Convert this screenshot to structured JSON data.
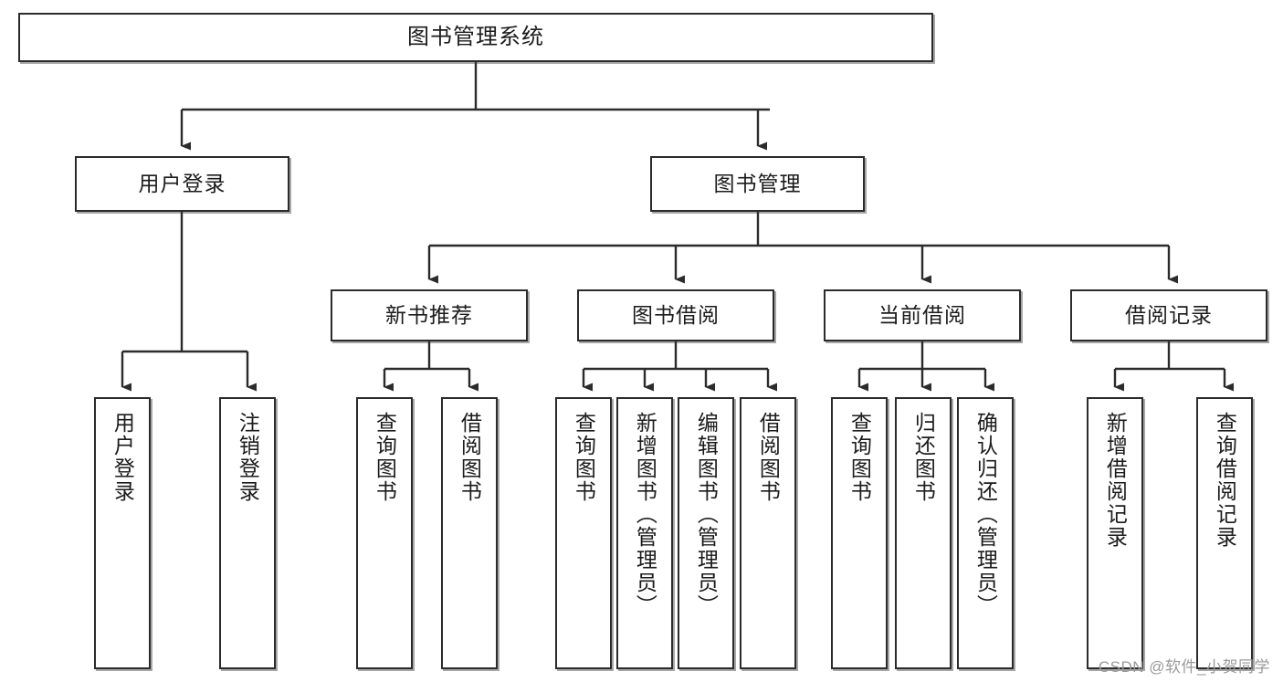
{
  "diagram": {
    "title": "图书管理系统",
    "watermark": "CSDN @软件_小贺同学",
    "colors": {
      "box_border": "#2b2b2b",
      "box_fill": "#ffffff",
      "connector": "#2b2b2b",
      "text": "#1b1b1b",
      "watermark": "#9a9a9a",
      "background": "#ffffff"
    }
  },
  "nodes": {
    "root": {
      "label": "图书管理系统"
    },
    "level1": [
      {
        "label": "用户登录"
      },
      {
        "label": "图书管理"
      }
    ],
    "level2": [
      {
        "label": "新书推荐"
      },
      {
        "label": "图书借阅"
      },
      {
        "label": "当前借阅"
      },
      {
        "label": "借阅记录"
      }
    ],
    "leaves": {
      "user_login": [
        {
          "label": "用户登录"
        },
        {
          "label": "注销登录"
        }
      ],
      "new_book_recommend": [
        {
          "label": "查询图书"
        },
        {
          "label": "借阅图书"
        }
      ],
      "book_borrow": [
        {
          "label": "查询图书"
        },
        {
          "label": "新增图书（管理员）"
        },
        {
          "label": "编辑图书（管理员）"
        },
        {
          "label": "借阅图书"
        }
      ],
      "current_borrow": [
        {
          "label": "查询图书"
        },
        {
          "label": "归还图书"
        },
        {
          "label": "确认归还（管理员）"
        }
      ],
      "borrow_record": [
        {
          "label": "新增借阅记录"
        },
        {
          "label": "查询借阅记录"
        }
      ]
    }
  }
}
